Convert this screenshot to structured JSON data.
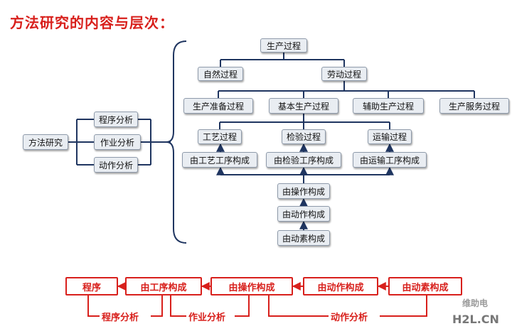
{
  "title": "方法研究的内容与层次：",
  "root": "方法研究",
  "analyses": [
    "程序分析",
    "作业分析",
    "动作分析"
  ],
  "process": {
    "production": "生产过程",
    "natural": "自然过程",
    "labor": "劳动过程",
    "categories": [
      "生产准备过程",
      "基本生产过程",
      "辅助生产过程",
      "生产服务过程"
    ],
    "sub": [
      "工艺过程",
      "检验过程",
      "运输过程"
    ],
    "compose": [
      "由工艺工序构成",
      "由检验工序构成",
      "由运输工序构成"
    ],
    "chain": [
      "由操作构成",
      "由动作构成",
      "由动素构成"
    ]
  },
  "red_flow": {
    "boxes": [
      "程序",
      "由工序构成",
      "由操作构成",
      "由动作构成",
      "由动素构成"
    ],
    "labels": [
      "程序分析",
      "作业分析",
      "动作分析"
    ]
  },
  "watermark": {
    "top": "维助电",
    "bottom": "H2L.CN"
  },
  "colors": {
    "title_red": "#d8201c",
    "line_navy": "#1f3560",
    "box_fill": "#e9edf2"
  }
}
